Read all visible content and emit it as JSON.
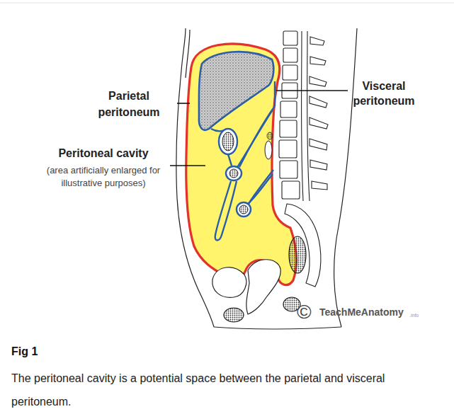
{
  "diagram": {
    "title": "Fig 1",
    "caption": "The peritoneal cavity is a potential space between the parietal and visceral peritoneum.",
    "labels": [
      "Parietal peritoneum",
      "Visceral peritoneum",
      "Peritoneal cavity",
      "(area artificially enlarged for illustrative purposes)",
      "©",
      "TeachMeAnatomy",
      ".info"
    ]
  }
}
